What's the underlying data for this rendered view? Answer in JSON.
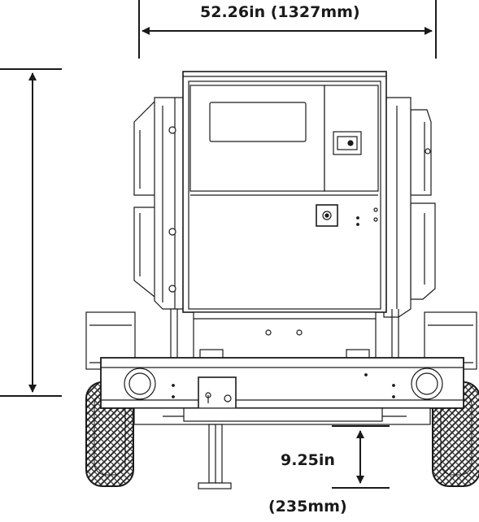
{
  "dimensions": {
    "width_label": "52.26in (1327mm)",
    "clearance_in_label": "9.25in",
    "clearance_mm_label": "(235mm)"
  },
  "colors": {
    "line": "#1a1a1a",
    "background": "#ffffff",
    "tire_tread": "#2a2a2a"
  }
}
